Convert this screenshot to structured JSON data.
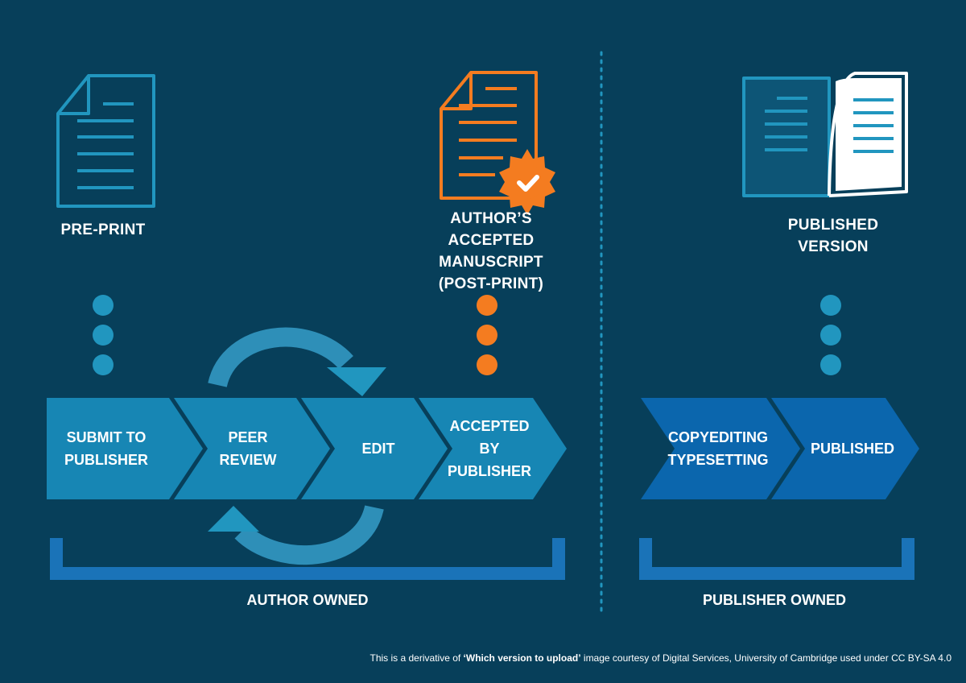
{
  "colors": {
    "background": "#073f5a",
    "author_blue": "#2196bf",
    "accent_orange": "#f47c20",
    "publisher_blue": "#1a73b8",
    "chevron_author": "#1786b4",
    "chevron_publisher": "#0b66ad",
    "white": "#ffffff"
  },
  "icons": {
    "preprint": "document-icon",
    "postprint": "certified-document-icon",
    "published": "open-book-icon"
  },
  "labels": {
    "preprint": [
      "PRE-PRINT"
    ],
    "postprint": [
      "AUTHOR’S",
      "ACCEPTED",
      "MANUSCRIPT",
      "(POST-PRINT)"
    ],
    "published": [
      "PUBLISHED",
      "VERSION"
    ]
  },
  "steps": {
    "submit": [
      "SUBMIT TO",
      "PUBLISHER"
    ],
    "peer": [
      "PEER",
      "REVIEW"
    ],
    "edit": [
      "EDIT"
    ],
    "accepted": [
      "ACCEPTED",
      "BY",
      "PUBLISHER"
    ],
    "copyedit": [
      "COPYEDITING",
      "TYPESETTING"
    ],
    "published": [
      "PUBLISHED"
    ]
  },
  "owners": {
    "author": "AUTHOR OWNED",
    "publisher": "PUBLISHER OWNED"
  },
  "credit": {
    "prefix": "This is a derivative of ",
    "title": "‘Which version to upload’",
    "suffix": " image courtesy of Digital Services, University of Cambridge used under CC BY-SA 4.0"
  }
}
